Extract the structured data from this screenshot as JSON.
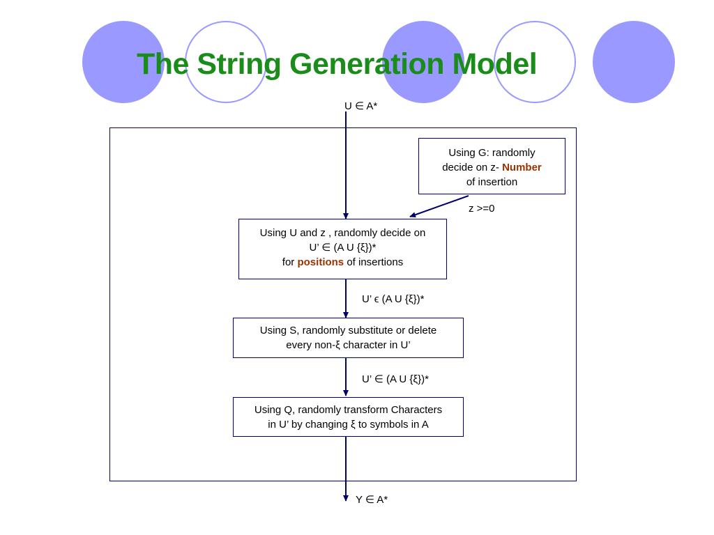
{
  "title": "The String Generation Model",
  "colors": {
    "title": "#1a8c1a",
    "circle": "#9999ff",
    "line": "#000066",
    "emphasis": "#993300"
  },
  "input_label": "U ∈ A*",
  "output_label": "Y ∈ A*",
  "box_g": {
    "line1": "Using G: randomly",
    "line2_pre": "decide on z- ",
    "line2_em": "Number",
    "line3": "of insertion"
  },
  "z_label": "z >=0",
  "box_u": {
    "line1": "Using U and z , randomly decide on",
    "line2": "U’ ∈ (A U {ξ})*",
    "line3_pre": "for ",
    "line3_em": "positions",
    "line3_post": " of  insertions"
  },
  "edge1_label": "U’ ϵ  (A U {ξ})*",
  "box_s": {
    "line1": "Using S, randomly substitute or delete",
    "line2": "every non-ξ character in U’"
  },
  "edge2_label": "U’ ∈ (A U {ξ})*",
  "box_q": {
    "line1": "Using Q, randomly transform Characters",
    "line2": "in U’ by changing ξ to symbols in A"
  }
}
